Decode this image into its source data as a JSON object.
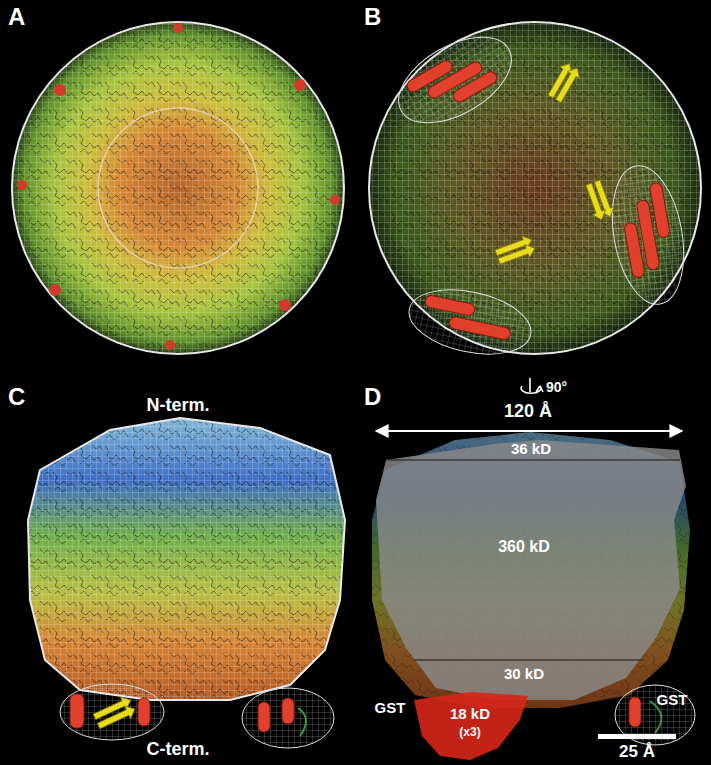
{
  "diagram": {
    "nodes": [
      {
        "text": [
          "36 kD",
          "360 kD",
          "30 kD"
        ]
      },
      {
        "text": [
          "18 kD",
          "(x3)"
        ]
      }
    ],
    "labels": [
      "A",
      "B",
      "C",
      "D",
      "N-term.",
      "C-term.",
      "90°",
      "120 Å",
      "GST",
      "GST",
      "25 Å"
    ]
  }
}
